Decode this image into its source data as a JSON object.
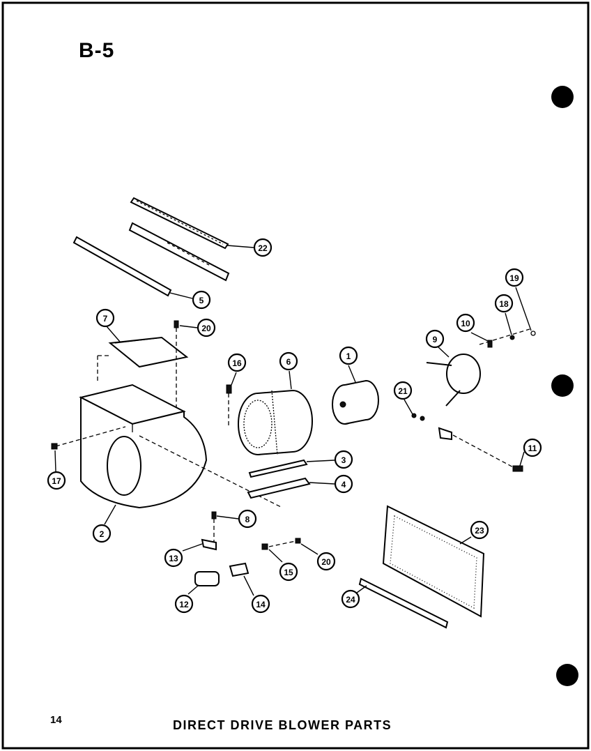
{
  "page_label": "B-5",
  "page_number": "14",
  "caption": "DIRECT DRIVE BLOWER PARTS",
  "colors": {
    "ink": "#000000",
    "paper": "#ffffff"
  },
  "callouts": [
    {
      "id": "c22",
      "label": "22"
    },
    {
      "id": "c5",
      "label": "5"
    },
    {
      "id": "c7",
      "label": "7"
    },
    {
      "id": "c20a",
      "label": "20"
    },
    {
      "id": "c16a",
      "label": "16"
    },
    {
      "id": "c6",
      "label": "6"
    },
    {
      "id": "c1",
      "label": "1"
    },
    {
      "id": "c9",
      "label": "9"
    },
    {
      "id": "c10",
      "label": "10"
    },
    {
      "id": "c18",
      "label": "18"
    },
    {
      "id": "c19",
      "label": "19"
    },
    {
      "id": "c21",
      "label": "21"
    },
    {
      "id": "c11",
      "label": "11"
    },
    {
      "id": "c17",
      "label": "17"
    },
    {
      "id": "c3",
      "label": "3"
    },
    {
      "id": "c4",
      "label": "4"
    },
    {
      "id": "c8",
      "label": "8"
    },
    {
      "id": "c2",
      "label": "2"
    },
    {
      "id": "c13",
      "label": "13"
    },
    {
      "id": "c15",
      "label": "15"
    },
    {
      "id": "c20b",
      "label": "20"
    },
    {
      "id": "c12",
      "label": "12"
    },
    {
      "id": "c14",
      "label": "14"
    },
    {
      "id": "c23",
      "label": "23"
    },
    {
      "id": "c24",
      "label": "24"
    }
  ]
}
